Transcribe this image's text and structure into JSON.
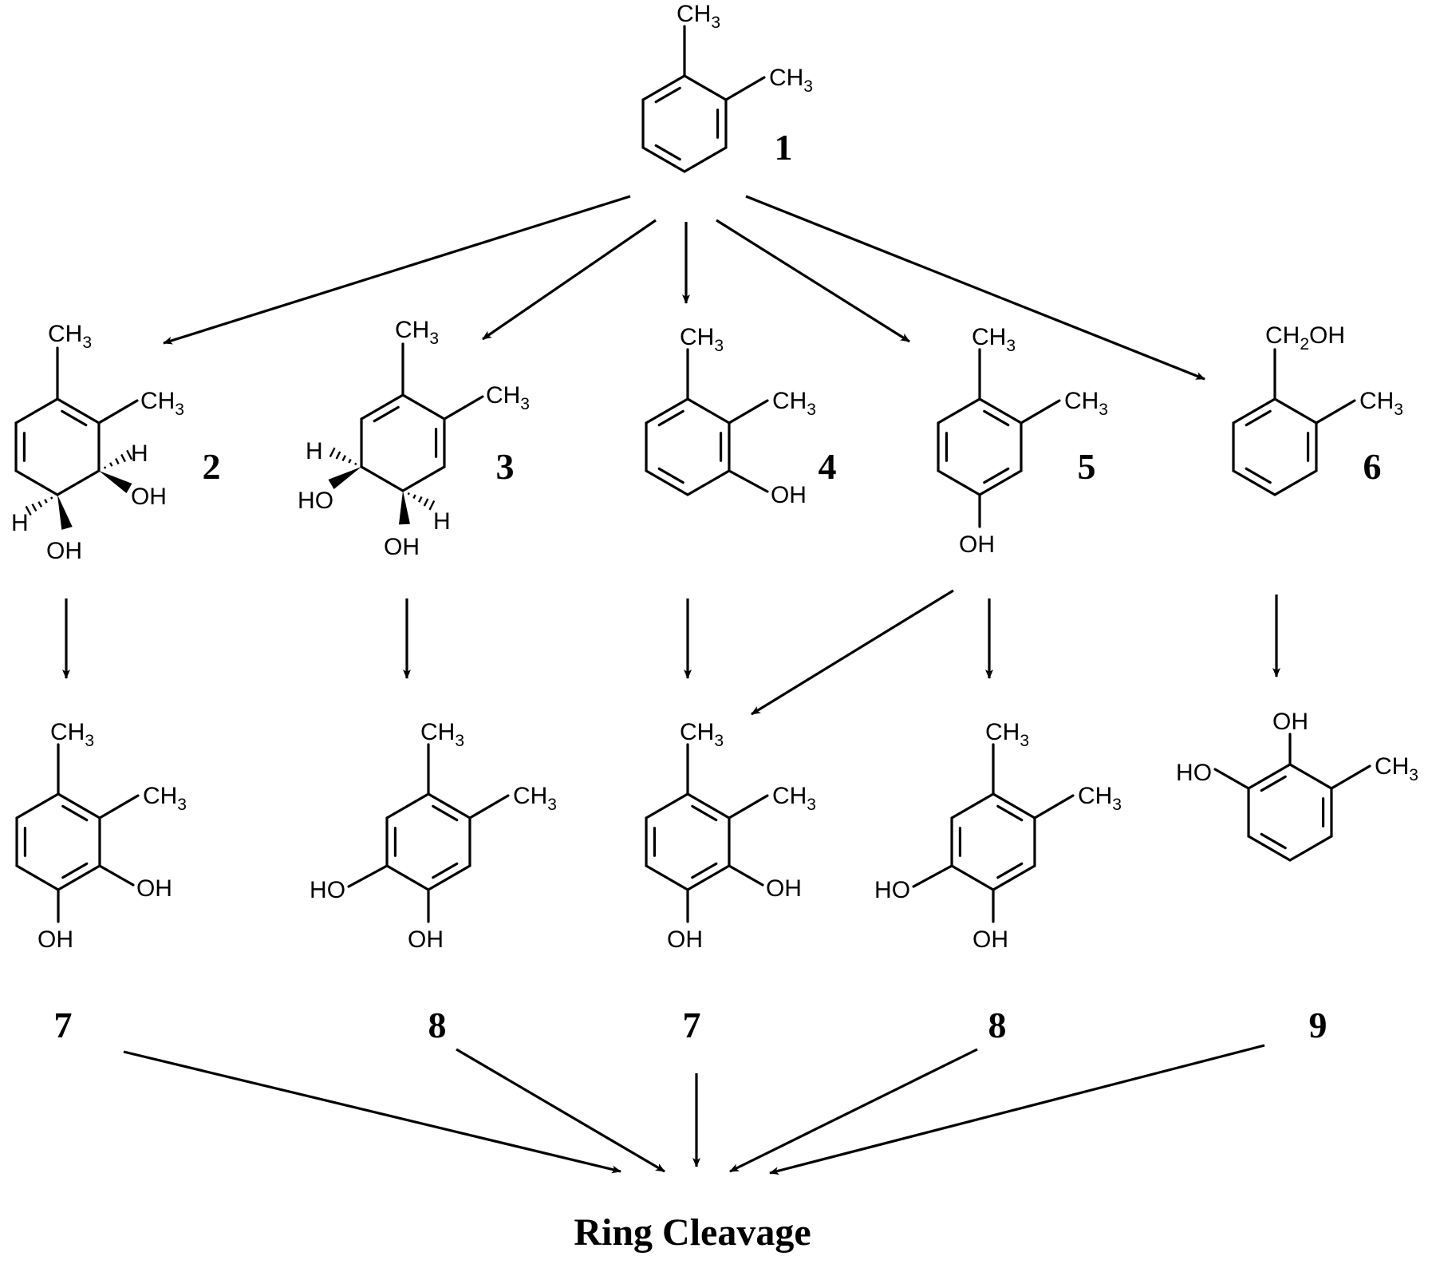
{
  "compounds": {
    "c1": {
      "number": "1",
      "labels": [
        "CH3",
        "CH3"
      ]
    },
    "c2": {
      "number": "2",
      "labels": [
        "CH3",
        "CH3",
        "H",
        "OH",
        "H",
        "OH"
      ]
    },
    "c3": {
      "number": "3",
      "labels": [
        "CH3",
        "CH3",
        "H",
        "HO",
        "OH",
        "H"
      ]
    },
    "c4": {
      "number": "4",
      "labels": [
        "CH3",
        "CH3",
        "OH"
      ]
    },
    "c5": {
      "number": "5",
      "labels": [
        "CH3",
        "CH3",
        "OH"
      ]
    },
    "c6": {
      "number": "6",
      "labels": [
        "CH2OH",
        "CH3"
      ]
    },
    "c7a": {
      "number": "7",
      "labels": [
        "CH3",
        "CH3",
        "OH",
        "OH"
      ]
    },
    "c8a": {
      "number": "8",
      "labels": [
        "CH3",
        "CH3",
        "HO",
        "OH"
      ]
    },
    "c7b": {
      "number": "7",
      "labels": [
        "CH3",
        "CH3",
        "OH",
        "OH"
      ]
    },
    "c8b": {
      "number": "8",
      "labels": [
        "CH3",
        "CH3",
        "HO",
        "OH"
      ]
    },
    "c9": {
      "number": "9",
      "labels": [
        "OH",
        "HO",
        "CH3"
      ]
    }
  },
  "final_step": "Ring Cleavage"
}
